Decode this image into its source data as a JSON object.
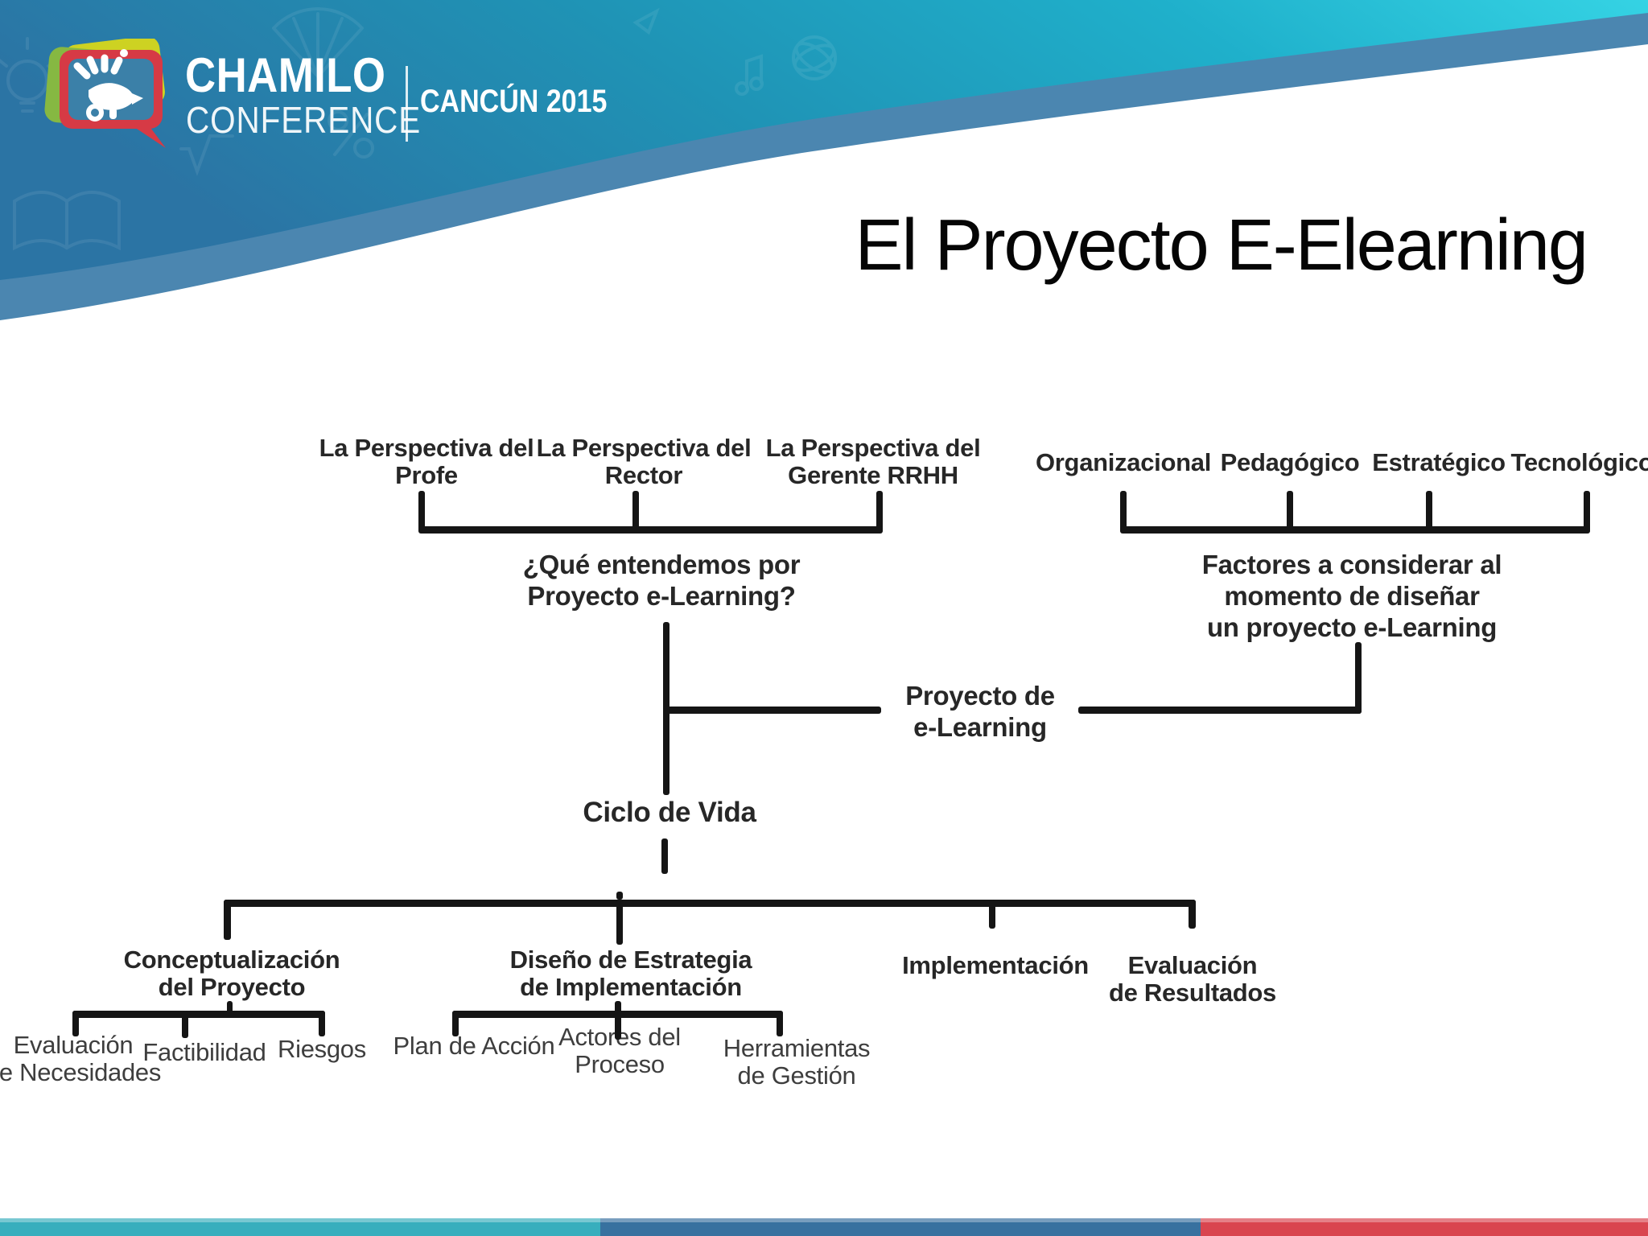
{
  "header": {
    "brand": {
      "name": "CHAMILO",
      "subtitle": "CONFERENCE",
      "event": "CANCÚN 2015"
    },
    "slide_title": "El Proyecto E-Elearning",
    "colors": {
      "teal_dark": "#2b74a4",
      "teal_mid": "#1fa5c2",
      "teal_light": "#35d3e4",
      "band_blue": "#4b86b0"
    },
    "logo_colors": {
      "yellow": "#cdd222",
      "green": "#86b842",
      "red": "#d63a45",
      "blue": "#3b80a8"
    }
  },
  "diagram": {
    "perspectives": {
      "items": [
        {
          "line1": "La Perspectiva del",
          "line2": "Profe"
        },
        {
          "line1": "La Perspectiva del",
          "line2": "Rector"
        },
        {
          "line1": "La Perspectiva del",
          "line2": "Gerente RRHH"
        }
      ],
      "summary": {
        "line1": "¿Qué entendemos por",
        "line2": "Proyecto e-Learning?"
      }
    },
    "factors": {
      "items": [
        {
          "label": "Organizacional"
        },
        {
          "label": "Pedagógico"
        },
        {
          "label": "Estratégico"
        },
        {
          "label": "Tecnológico"
        }
      ],
      "summary": {
        "line1": "Factores a considerar al",
        "line2": "momento de diseñar",
        "line3": "un proyecto e-Learning"
      }
    },
    "root": {
      "line1": "Proyecto de",
      "line2": "e-Learning"
    },
    "lifecycle": {
      "label": "Ciclo de Vida",
      "phases": [
        {
          "line1": "Conceptualización",
          "line2": "del Proyecto"
        },
        {
          "line1": "Diseño de Estrategia",
          "line2": "de Implementación"
        },
        {
          "line1": "Implementación"
        },
        {
          "line1": "Evaluación",
          "line2": "de Resultados"
        }
      ],
      "conceptualization_children": [
        {
          "line1": "Evaluación",
          "line2": "de Necesidades"
        },
        {
          "line1": "Factibilidad"
        },
        {
          "line1": "Riesgos"
        }
      ],
      "design_children": [
        {
          "line1": "Plan de Acción"
        },
        {
          "line1": "Actores del",
          "line2": "Proceso"
        },
        {
          "line1": "Herramientas",
          "line2": "de Gestión"
        }
      ]
    }
  },
  "footer": {
    "segment_colors": [
      "#38aebd",
      "#38719f",
      "#d9454f"
    ]
  }
}
